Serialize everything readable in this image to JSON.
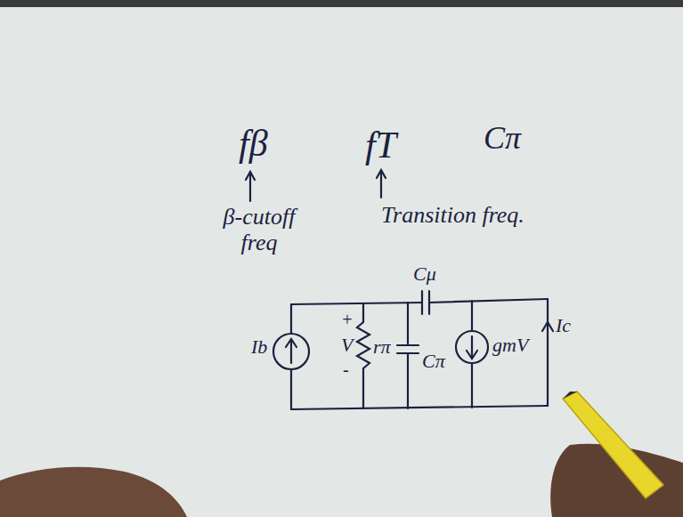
{
  "diagram": {
    "labels": [
      "fβ",
      "β-cutoff freq",
      "fT",
      "Transition freq.",
      "Cπ",
      "Cμ",
      "Ib",
      "+",
      "V",
      "-",
      "rπ",
      "Cπ",
      "gmV",
      "Ic"
    ]
  }
}
